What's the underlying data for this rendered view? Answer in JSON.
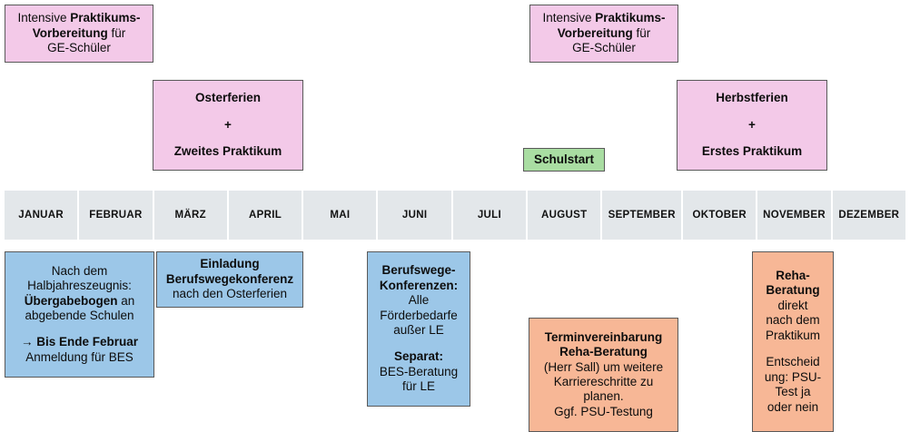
{
  "title": "Zeitleiste Berufsorientierung",
  "colors": {
    "pink": "#f3c9e8",
    "green": "#a9dda2",
    "blue": "#9cc7e8",
    "orange": "#f7b796",
    "month_cell": "#e3e7ea",
    "border": "#595959",
    "text": "#0d0d0d"
  },
  "months": [
    {
      "label": "JANUAR"
    },
    {
      "label": "FEBRUAR"
    },
    {
      "label": "MÄRZ"
    },
    {
      "label": "APRIL"
    },
    {
      "label": "MAI"
    },
    {
      "label": "JUNI"
    },
    {
      "label": "JULI"
    },
    {
      "label": "AUGUST"
    },
    {
      "label": "SEPTEMBER"
    },
    {
      "label": "OKTOBER"
    },
    {
      "label": "NOVEMBER"
    },
    {
      "label": "DEZEMBER"
    }
  ],
  "boxes": {
    "prep_intensive_1": {
      "color": "pink",
      "lines": [
        {
          "text": "Intensive ",
          "bold": false,
          "inline": "Praktikums-",
          "inline_bold": true
        },
        {
          "text": "Vorbereitung",
          "bold": true,
          "inline": " für",
          "inline_bold": false
        },
        {
          "text": "GE-Schüler",
          "bold": false
        }
      ],
      "l1a": "Intensive ",
      "l1b": "Praktikums-",
      "l2a": "Vorbereitung",
      "l2b": " für",
      "l3": "GE-Schüler"
    },
    "prep_intensive_2": {
      "color": "pink",
      "l1a": "Intensive ",
      "l1b": "Praktikums-",
      "l2a": "Vorbereitung",
      "l2b": " für",
      "l3": "GE-Schüler"
    },
    "easter": {
      "color": "pink",
      "l1": "Osterferien",
      "l2": "+",
      "l3": "Zweites Praktikum"
    },
    "autumn": {
      "color": "pink",
      "l1": "Herbstferien",
      "l2": "+",
      "l3": "Erstes Praktikum"
    },
    "schulstart": {
      "color": "green",
      "label": "Schulstart"
    },
    "halbjahreszeugnis": {
      "color": "blue",
      "l1": "Nach dem",
      "l2": "Halbjahreszeugnis:",
      "l3a": "Übergabebogen",
      "l3b": " an",
      "l4": "abgebende Schulen",
      "l5": "→ Bis Ende Februar",
      "l6": "Anmeldung für BES"
    },
    "einladung": {
      "color": "blue",
      "l1": "Einladung",
      "l2": "Berufswegekonferenz",
      "l3": "nach den Osterferien"
    },
    "berufswegekonferenzen": {
      "color": "blue",
      "l1": "Berufswege-",
      "l2": "Konferenzen:",
      "l3": "Alle",
      "l4": "Förderbedarfe",
      "l5": "außer LE",
      "l6": "Separat:",
      "l7": "BES-Beratung",
      "l8": "für LE"
    },
    "terminvereinbarung": {
      "color": "orange",
      "l1": "Terminvereinbarung",
      "l2": "Reha-Beratung",
      "l3": "(Herr Sall) um weitere",
      "l4": "Karriereschritte zu",
      "l5": "planen.",
      "l6": "Ggf. PSU-Testung"
    },
    "reha_beratung": {
      "color": "orange",
      "l1": "Reha-",
      "l2": "Beratung",
      "l3": "direkt",
      "l4": "nach dem",
      "l5": "Praktikum",
      "l6": "Entscheid",
      "l7": "ung: PSU-",
      "l8": "Test ja",
      "l9": "oder nein"
    }
  }
}
